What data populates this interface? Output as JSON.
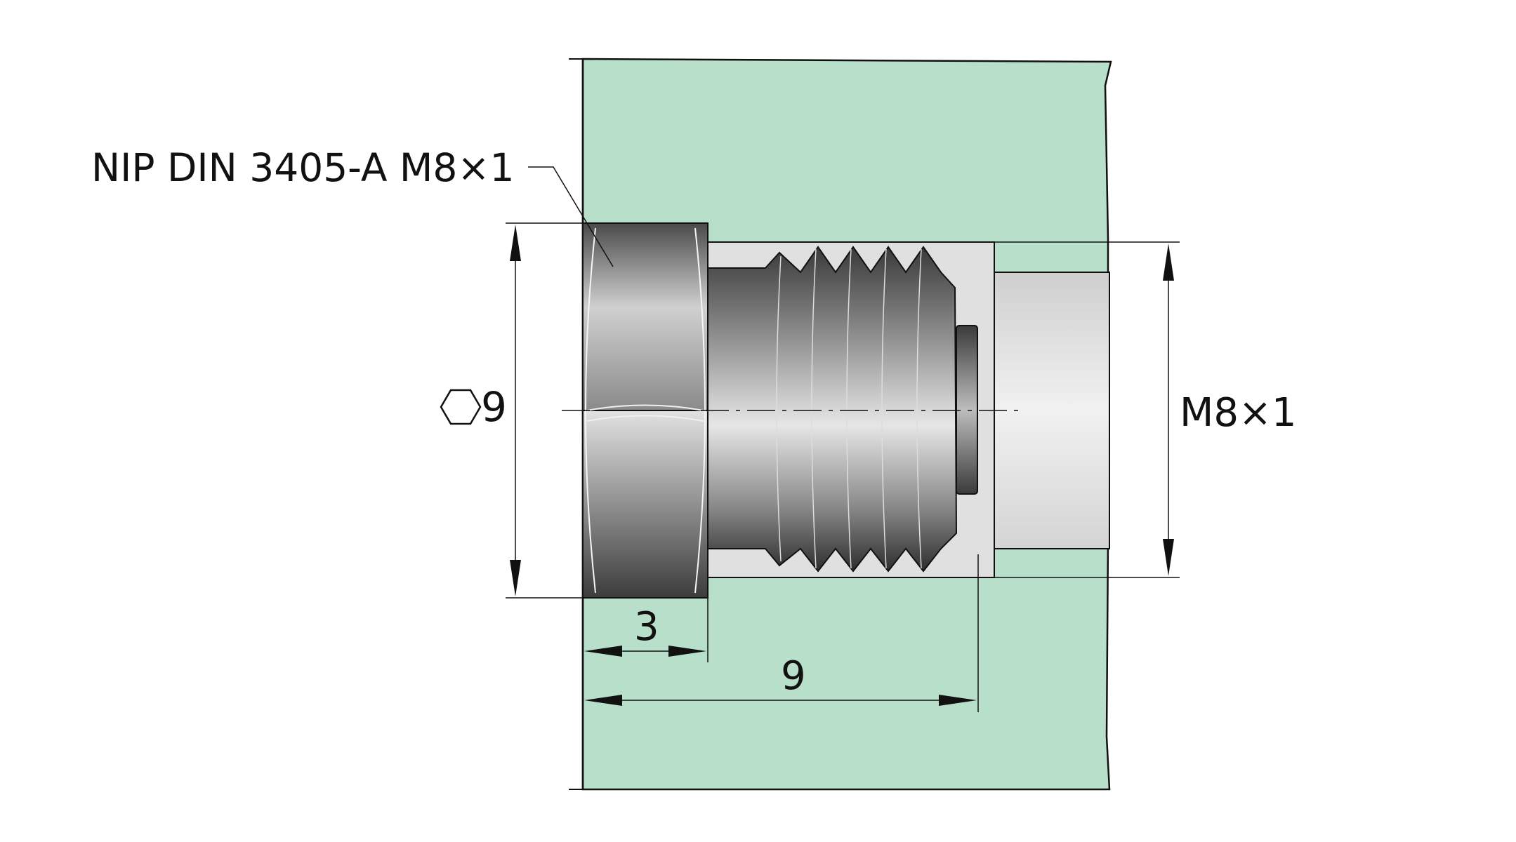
{
  "labels": {
    "part_designation": "NIP DIN 3405-A M8×1",
    "hex_size": "9",
    "thread_size": "M8×1",
    "head_height": "3",
    "total_length": "9"
  },
  "icons": {
    "hex_symbol": "hexagon-icon"
  },
  "colors": {
    "housing": "#b8dfca",
    "bore": "#e4e4e4",
    "line": "#111111"
  }
}
